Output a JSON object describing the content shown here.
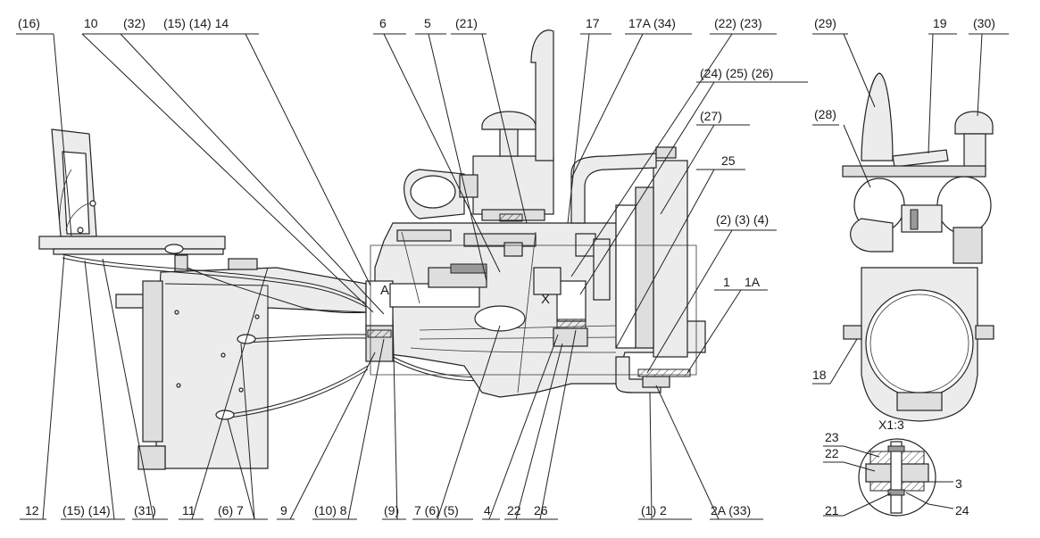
{
  "labels_top": [
    "(16)",
    "10",
    "(32)",
    "(15) (14) 14",
    "6",
    "5",
    "(21)",
    "17",
    "17A (34)",
    "(22) (23)",
    "(24) (25) (26)",
    "(27)",
    "25",
    "(2) (3) (4)",
    "1",
    "1A",
    "(29)",
    "19",
    "(30)",
    "(28)"
  ],
  "labels_bottom": [
    "12",
    "(15) (14)",
    "(31)",
    "11",
    "(6) 7",
    "9",
    "(10) 8",
    "(9)",
    "7 (6) (5)",
    "4",
    "22",
    "26",
    "(1) 2",
    "2A (33)",
    "18"
  ],
  "marks": [
    "A",
    "X"
  ],
  "detail": {
    "title": "X1:3",
    "labels": [
      "23",
      "22",
      "3",
      "21",
      "24"
    ]
  }
}
